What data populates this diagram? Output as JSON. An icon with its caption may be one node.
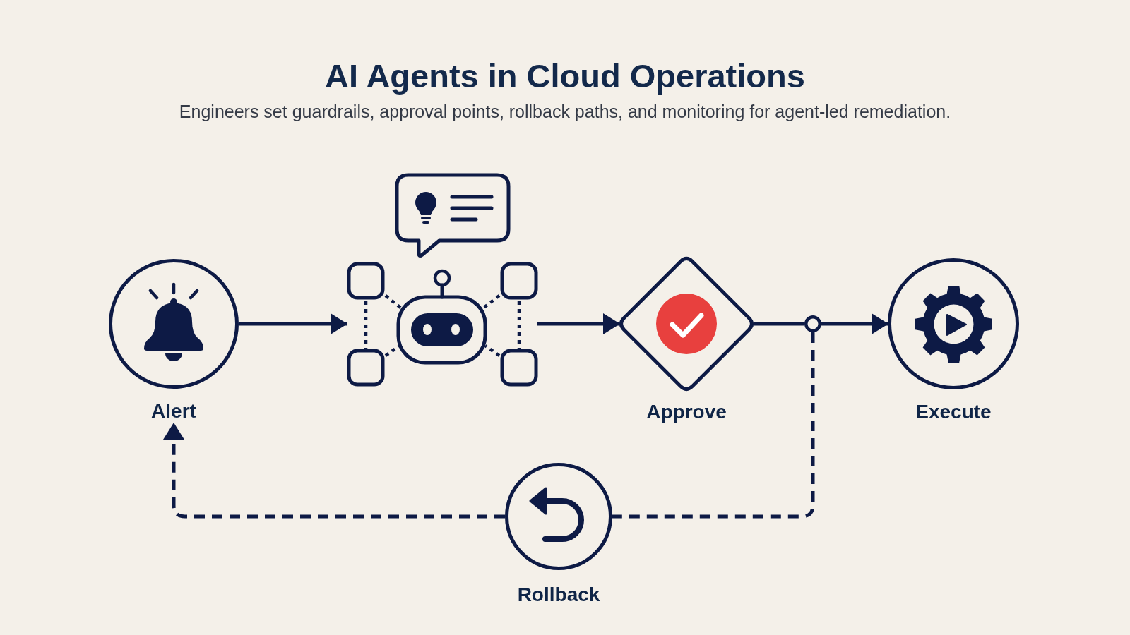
{
  "diagram": {
    "title": "AI Agents in Cloud Operations",
    "nodes": [
      {
        "text": [
          "Alert"
        ]
      },
      {
        "text": [],
        "shape": "picture"
      },
      {
        "text": [
          "Approve"
        ]
      },
      {
        "text": [],
        "shape": "circle"
      },
      {
        "text": [
          "Execute"
        ]
      },
      {
        "text": [
          "Rollback"
        ]
      }
    ],
    "edges": [
      {
        "from": 0,
        "to": 1,
        "arrow": "to"
      },
      {
        "from": 1,
        "to": 2,
        "arrow": "to"
      },
      {
        "from": 2,
        "to": 3,
        "arrow": "none"
      },
      {
        "from": 3,
        "to": 4,
        "arrow": "to"
      },
      {
        "from": 3,
        "to": 5,
        "arrow": "none",
        "style": "dashed"
      },
      {
        "from": 5,
        "to": 0,
        "arrow": "to",
        "style": "dashed"
      }
    ],
    "labels": [
      "Engineers set guardrails, approval points, rollback paths, and monitoring for agent-led remediation."
    ]
  }
}
